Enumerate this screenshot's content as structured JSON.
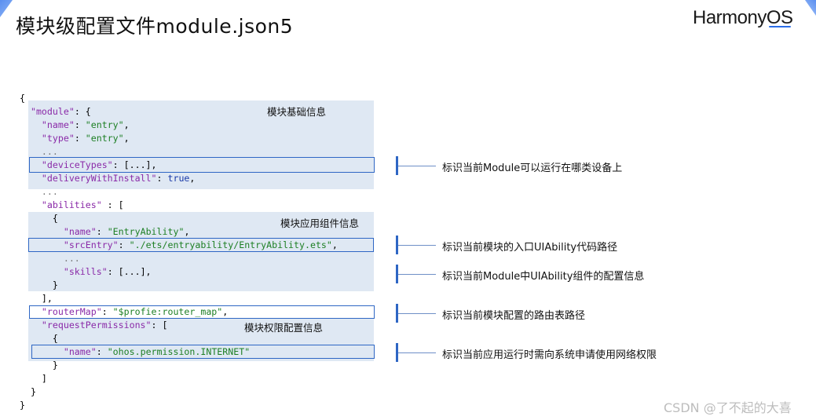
{
  "slide": {
    "title": "模块级配置文件module.json5",
    "brand_main": "HarmonyOS",
    "brand_prefix": "Harmony",
    "brand_suffix": "OS",
    "accent_color": "#2e66c4",
    "panel_color": "#dfe8f3"
  },
  "code_lines": [
    "{",
    "  \"module\": {",
    "    \"name\": \"entry\",",
    "    \"type\": \"entry\",",
    "    ...",
    "    \"deviceTypes\": [...],",
    "    \"deliveryWithInstall\": true,",
    "    ...",
    "    \"abilities\" : [",
    "      {",
    "        \"name\": \"EntryAbility\",",
    "        \"srcEntry\": \"./ets/entryability/EntryAbility.ets\",",
    "        ...",
    "        \"skills\": [...],",
    "      }",
    "    ],",
    "    \"routerMap\": \"$profie:router_map\",",
    "    \"requestPermissions\": [",
    "      {",
    "        \"name\": \"ohos.permission.INTERNET\"",
    "      }",
    "    ]",
    "  }",
    "}"
  ],
  "section_labels": {
    "basic": "模块基础信息",
    "components": "模块应用组件信息",
    "permissions": "模块权限配置信息"
  },
  "callouts": [
    "标识当前Module可以运行在哪类设备上",
    "标识当前模块的入口UIAbility代码路径",
    "标识当前Module中UIAbility组件的配置信息",
    "标识当前模块配置的路由表路径",
    "标识当前应用运行时需向系统申请使用网络权限"
  ],
  "watermark": "CSDN @了不起的大喜"
}
